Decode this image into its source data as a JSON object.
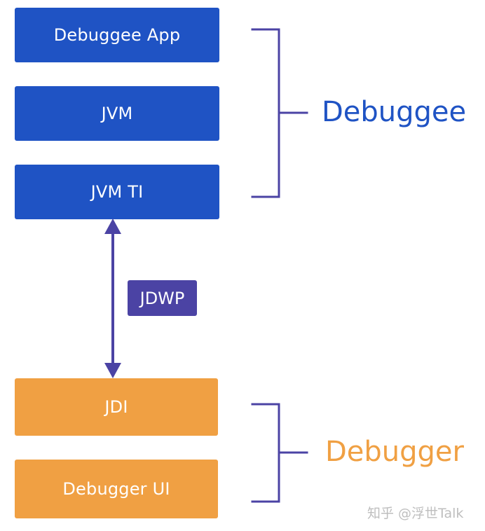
{
  "diagram": {
    "debuggee_stack": {
      "group_label": "Debuggee",
      "color": "#1f53c4",
      "layers": [
        {
          "label": "Debuggee App"
        },
        {
          "label": "JVM"
        },
        {
          "label": "JVM TI"
        }
      ]
    },
    "protocol": {
      "label": "JDWP",
      "color": "#4b43a4"
    },
    "debugger_stack": {
      "group_label": "Debugger",
      "color": "#f0a043",
      "layers": [
        {
          "label": "JDI"
        },
        {
          "label": "Debugger UI"
        }
      ]
    },
    "watermark": "知乎 @浮世Talk",
    "accent_line_color": "#4b43a4"
  }
}
